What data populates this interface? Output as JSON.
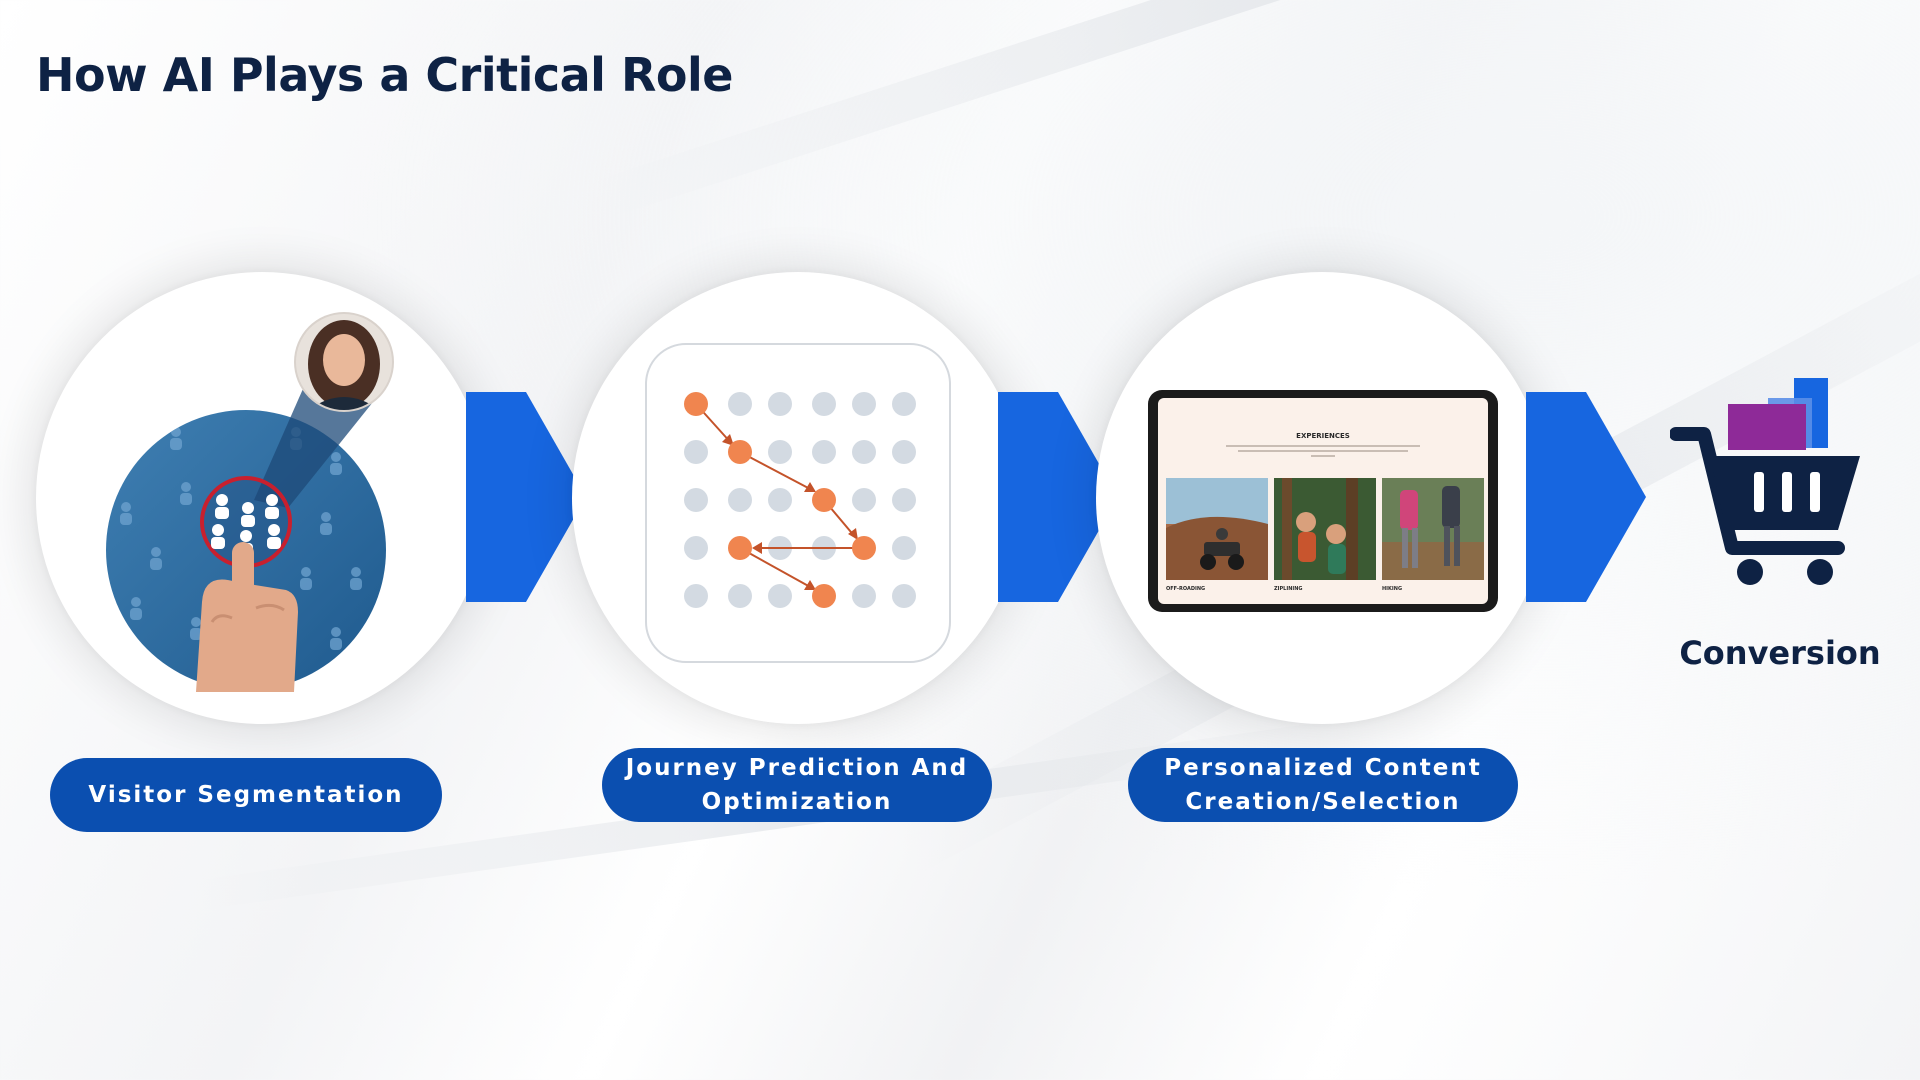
{
  "page": {
    "title": "How AI Plays a Critical Role"
  },
  "colors": {
    "primary_blue": "#0b4fb0",
    "arrow_blue": "#1766e0",
    "navy": "#0e2244",
    "orange": "#f0854f",
    "dot_grey": "#d3dae2",
    "cart_purple": "#8e2a98"
  },
  "stages": [
    {
      "label": "Visitor Segmentation",
      "icon": "audience-segmentation-illustration"
    },
    {
      "label_line1": "Journey Prediction And",
      "label_line2": "Optimization",
      "icon": "journey-path-grid-illustration"
    },
    {
      "label_line1": "Personalized Content",
      "label_line2": "Creation/Selection",
      "icon": "tablet-content-illustration"
    }
  ],
  "tablet": {
    "heading": "EXPERIENCES",
    "captions": [
      "OFF-ROADING",
      "ZIPLINING",
      "HIKING"
    ]
  },
  "conversion": {
    "label": "Conversion",
    "icon": "shopping-cart-icon"
  }
}
